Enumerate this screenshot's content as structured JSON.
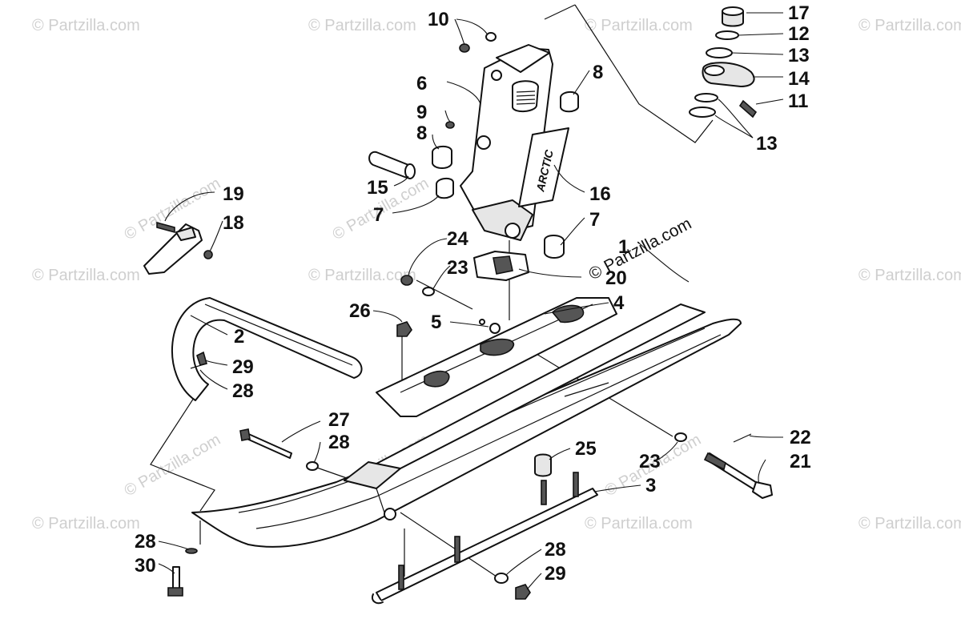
{
  "watermark": "© Partzilla.com",
  "watermark_center": "© Partzilla.com",
  "decal_text": "ARCTIC",
  "callouts": {
    "c10": "10",
    "c17": "17",
    "c12": "12",
    "c13a": "13",
    "c14": "14",
    "c11": "11",
    "c13b": "13",
    "c8a": "8",
    "c6": "6",
    "c9": "9",
    "c8b": "8",
    "c15": "15",
    "c16": "16",
    "c7a": "7",
    "c7b": "7",
    "c19": "19",
    "c18": "18",
    "c24": "24",
    "c23a": "23",
    "c20": "20",
    "c1": "1",
    "c4": "4",
    "c26": "26",
    "c5": "5",
    "c2": "2",
    "c29a": "29",
    "c28a": "28",
    "c27": "27",
    "c28b": "28",
    "c25": "25",
    "c22": "22",
    "c23b": "23",
    "c21": "21",
    "c3": "3",
    "c28c": "28",
    "c30": "30",
    "c28d": "28",
    "c29b": "29"
  }
}
